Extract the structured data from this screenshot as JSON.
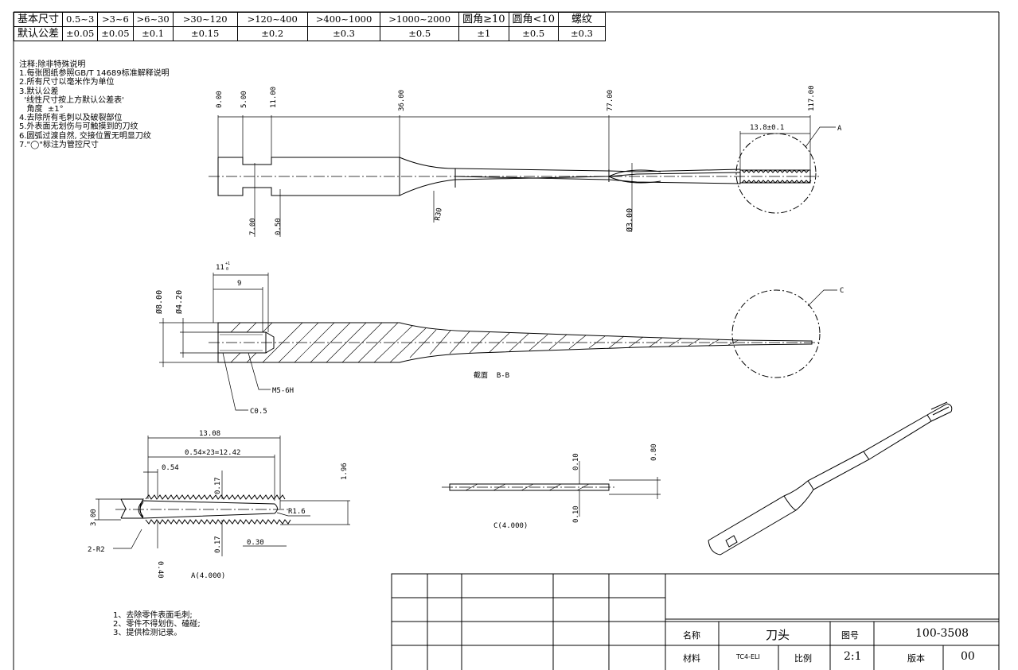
{
  "tolerance_table": {
    "row_labels": [
      "基本尺寸",
      "默认公差"
    ],
    "columns": [
      {
        "size": "0.5~3",
        "tol": "±0.05"
      },
      {
        "size": ">3~6",
        "tol": "±0.05"
      },
      {
        "size": ">6~30",
        "tol": "±0.1"
      },
      {
        "size": ">30~120",
        "tol": "±0.15"
      },
      {
        "size": ">120~400",
        "tol": "±0.2"
      },
      {
        "size": ">400~1000",
        "tol": "±0.3"
      },
      {
        "size": ">1000~2000",
        "tol": "±0.5"
      },
      {
        "size": "圆角≥10",
        "tol": "±1"
      },
      {
        "size": "圆角<10",
        "tol": "±0.5"
      },
      {
        "size": "螺纹",
        "tol": "±0.3"
      }
    ]
  },
  "notes": {
    "title": "注释:除非特殊说明",
    "items": [
      "1.每张图纸参照GB/T 14689标准解释说明",
      "2.所有尺寸以毫米作为单位",
      "3.默认公差",
      "  '线性尺寸按上方默认公差表'",
      "   角度  ±1°",
      "4.去除所有毛刺以及破裂部位",
      "5.外表面无划伤与可触摸到的刀纹",
      "6.圆弧过渡自然, 交接位置无明显刀纹",
      "7.\"◯\"标注为管控尺寸"
    ]
  },
  "main_view": {
    "top_dims": [
      "0.00",
      "5.00",
      "11.00",
      "36.00",
      "77.00",
      "117.00"
    ],
    "bottom_dims": [
      "7.00",
      "0.50"
    ],
    "radius": "R30",
    "diameter": "Ø3.00",
    "thread_len": "13.8±0.1",
    "detail_callout": "A"
  },
  "section_view": {
    "dim_11": "11",
    "dim_11_tol_upper": "+1",
    "dim_11_tol_lower": "0",
    "dim_9": "9",
    "dia1": "Ø8.00",
    "dia2": "Ø4.20",
    "thread": "M5-6H",
    "chamfer": "C0.5",
    "section_label": "截面  B-B",
    "detail_callout": "C"
  },
  "detail_a": {
    "dim_total": "13.08",
    "dim_pitch": "0.54×23=12.42",
    "dim_054": "0.54",
    "dim_017_top": "0.17",
    "dim_017_bot": "0.17",
    "dim_196": "1.96",
    "dim_300": "3.00",
    "dim_040": "0.40",
    "dim_030": "0.30",
    "radius_r16": "R1.6",
    "radius_r2": "2-R2",
    "label": "A(4.000)"
  },
  "detail_c": {
    "dim_010_top": "0.10",
    "dim_010_bot": "0.10",
    "dim_080": "0.80",
    "label": "C(4.000)"
  },
  "requirements": [
    "1、去除零件表面毛刺;",
    "2、零件不得划伤、磕碰;",
    "3、提供检测记录。"
  ],
  "title_block": {
    "name_label": "名称",
    "name_value": "刀头",
    "drawing_no_label": "图号",
    "drawing_no_value": "100-3508",
    "material_label": "材料",
    "material_value": "TC4-ELI",
    "scale_label": "比例",
    "scale_value": "2:1",
    "version_label": "版本",
    "version_value": "00"
  }
}
